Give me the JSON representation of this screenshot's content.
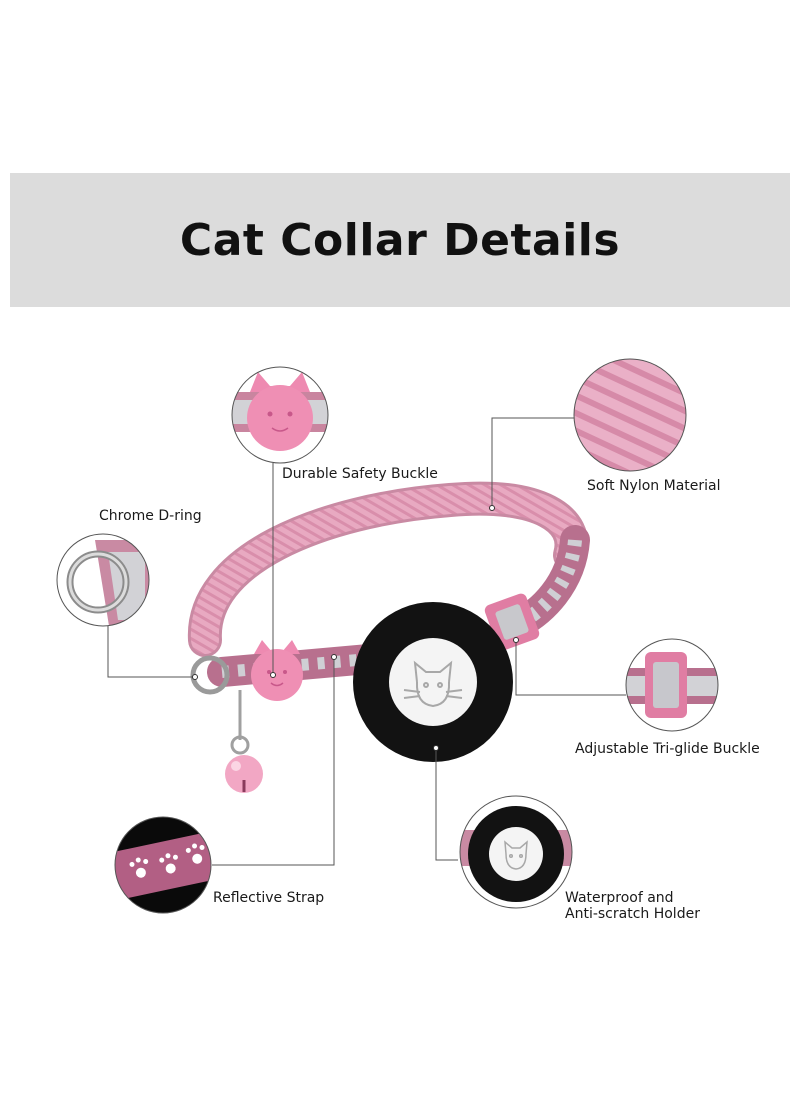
{
  "banner": {
    "title": "Cat Collar Details"
  },
  "callouts": {
    "buckle": "Durable Safety Buckle",
    "nylon": "Soft Nylon Material",
    "dring": "Chrome D-ring",
    "triglide": "Adjustable Tri-glide Buckle",
    "reflective": "Reflective Strap",
    "holder_line1": "Waterproof and",
    "holder_line2": "Anti-scratch Holder"
  },
  "colors": {
    "banner_bg": "#dcdcdc",
    "strap_pink": "#e6a6bf",
    "buckle_pink": "#ef8fb4",
    "holder_black": "#111111",
    "leader_line": "#555555"
  }
}
